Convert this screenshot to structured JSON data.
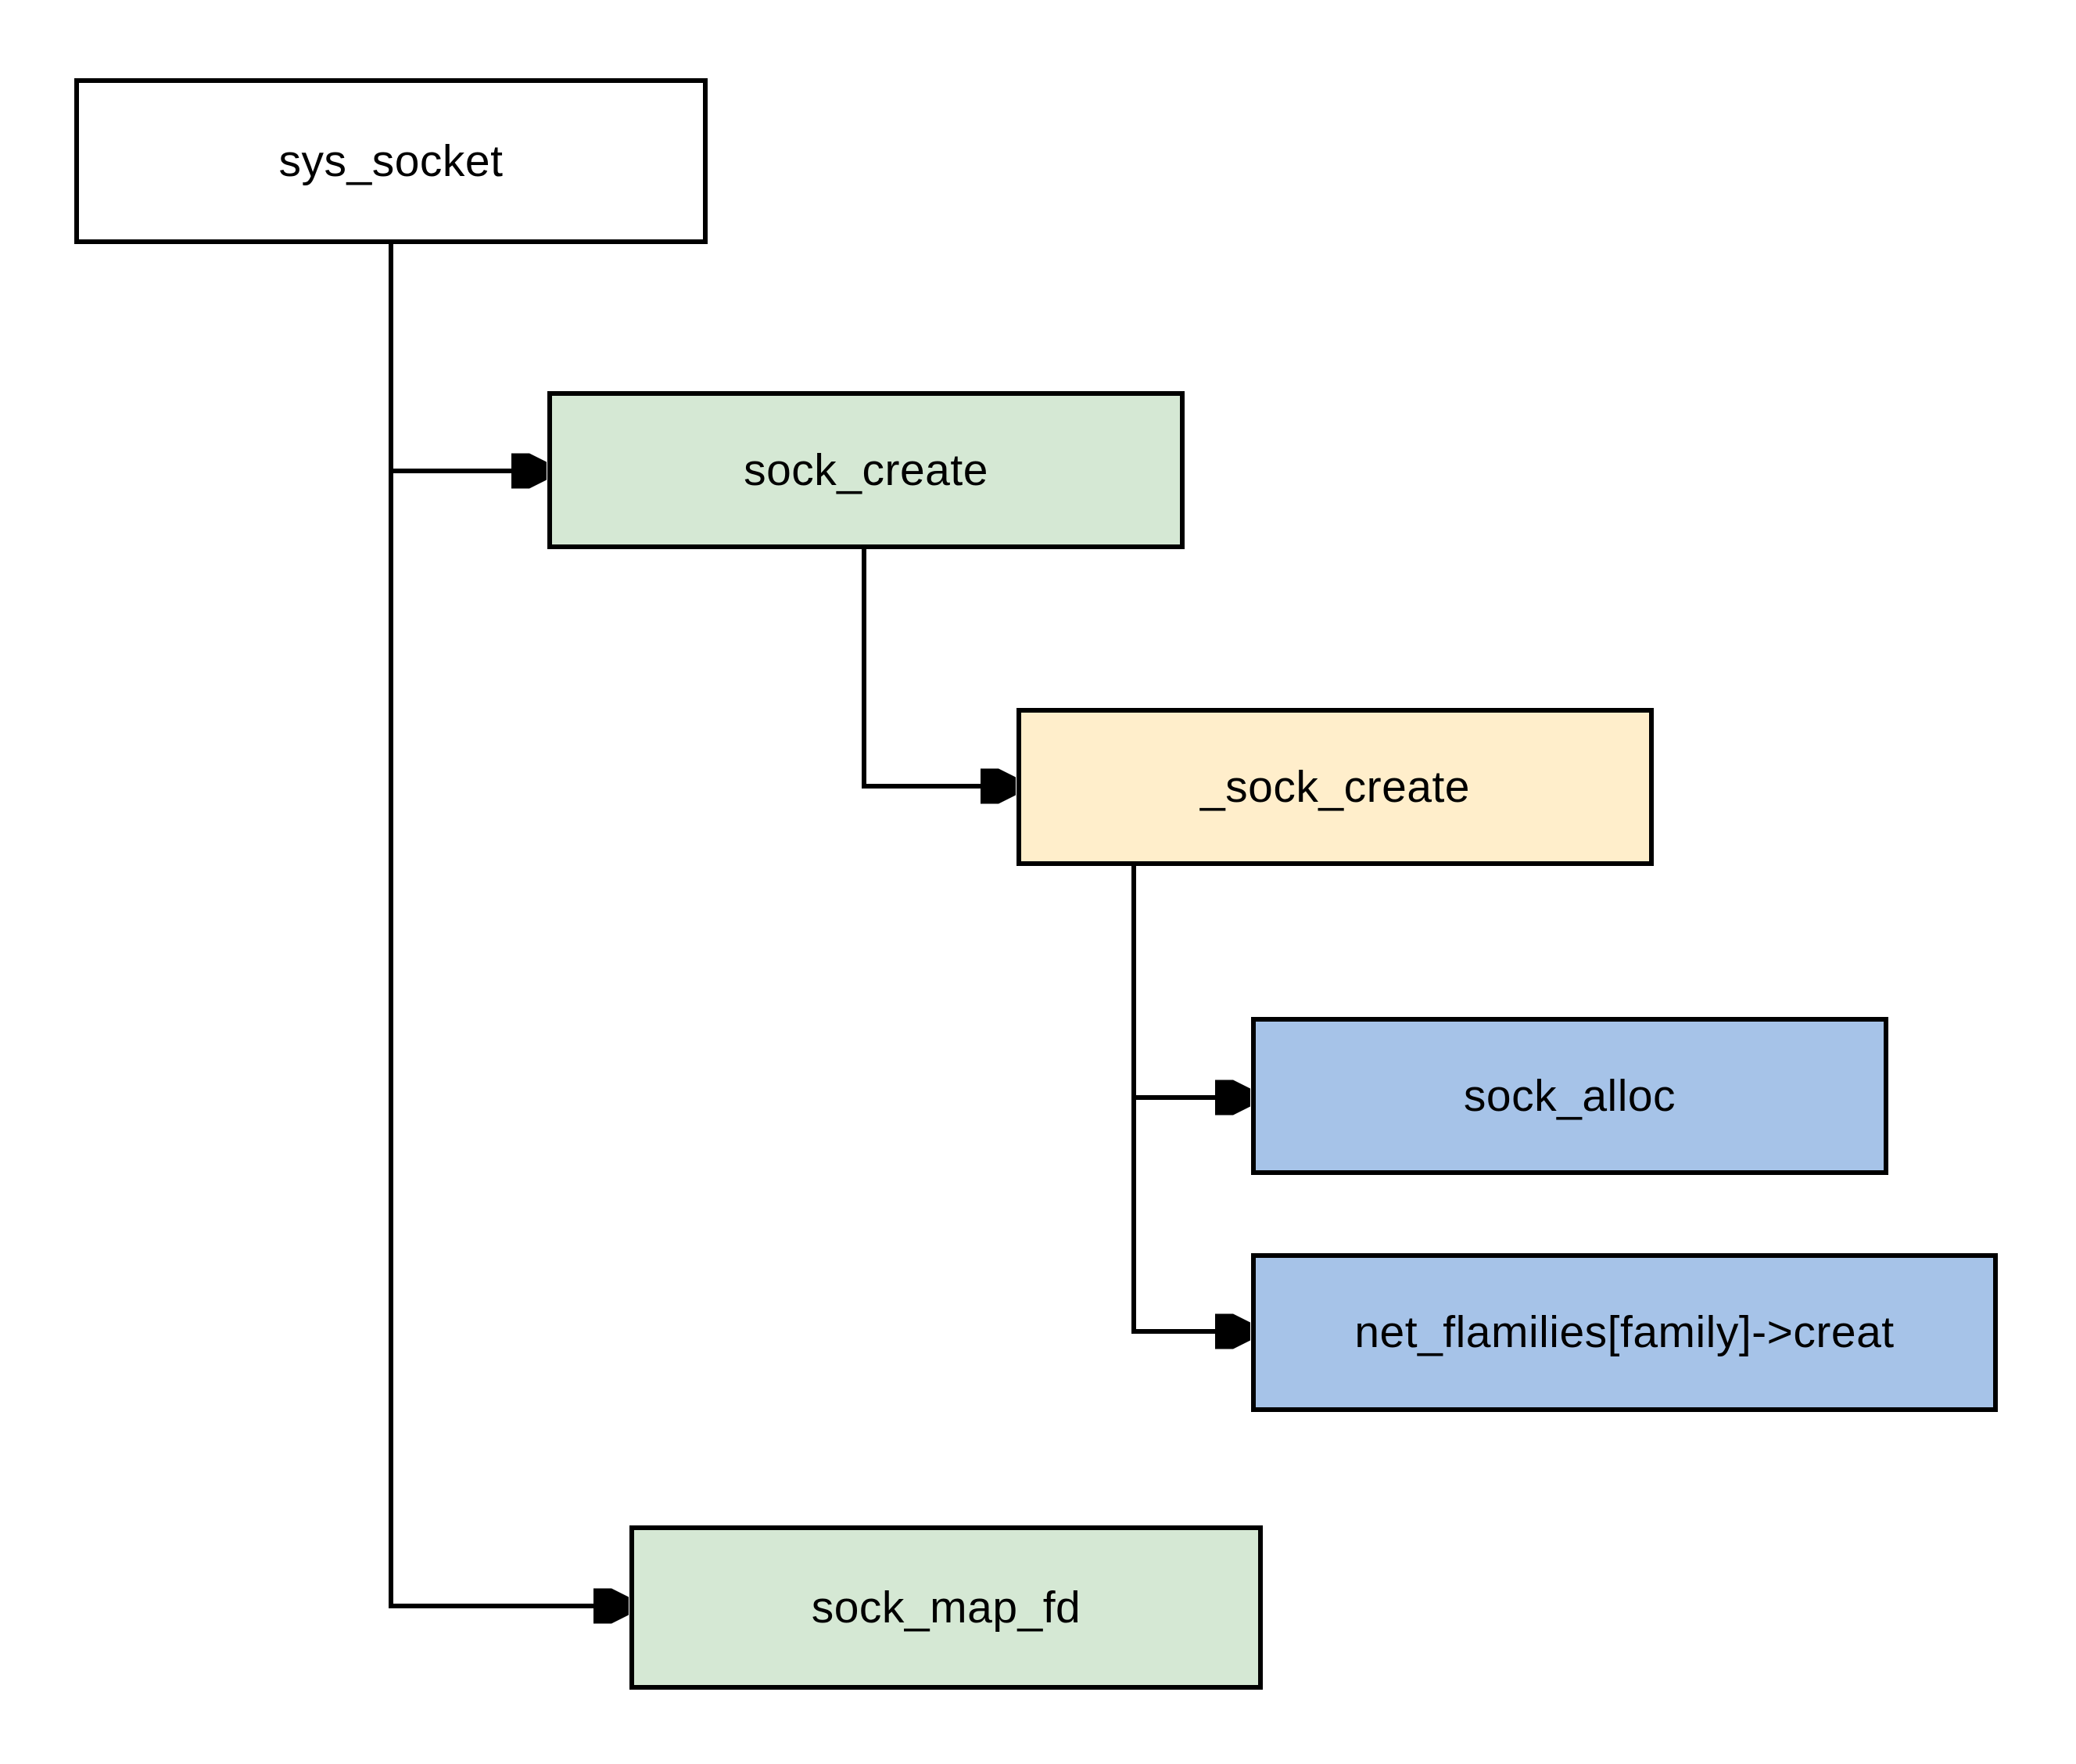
{
  "diagram": {
    "type": "call-graph-flowchart",
    "background": "#ffffff",
    "stroke_color": "#000000",
    "nodes": {
      "sys_socket": {
        "label": "sys_socket",
        "fill": "#ffffff"
      },
      "sock_create": {
        "label": "sock_create",
        "fill": "#d5e8d4"
      },
      "_sock_create": {
        "label": "_sock_create",
        "fill": "#ffeecb"
      },
      "sock_alloc": {
        "label": "sock_alloc",
        "fill": "#a6c3e8"
      },
      "net_families_create": {
        "label": "net_flamilies[family]->creat",
        "fill": "#a6c3e8"
      },
      "sock_map_fd": {
        "label": "sock_map_fd",
        "fill": "#d5e8d4"
      }
    },
    "edges": [
      {
        "from": "sys_socket",
        "to": "sock_create"
      },
      {
        "from": "sys_socket",
        "to": "sock_map_fd"
      },
      {
        "from": "sock_create",
        "to": "_sock_create"
      },
      {
        "from": "_sock_create",
        "to": "sock_alloc"
      },
      {
        "from": "_sock_create",
        "to": "net_families_create"
      }
    ]
  }
}
